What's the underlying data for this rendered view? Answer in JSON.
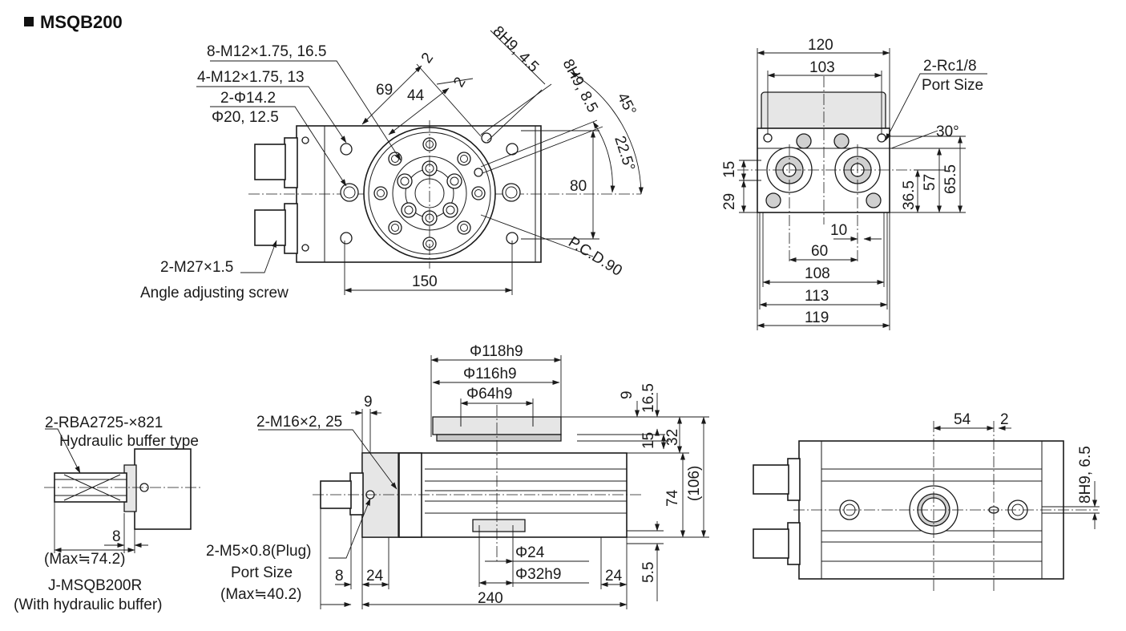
{
  "title": "MSQB200",
  "top_view": {
    "callouts": [
      "8-M12×1.75, 16.5",
      "4-M12×1.75, 13",
      "2-Φ14.2",
      "Φ20, 12.5",
      "2-M27×1.5",
      "Angle adjusting screw",
      "P.C.D.90"
    ],
    "dims": [
      "2",
      "2",
      "69",
      "44",
      "8H9, 4.5",
      "8H9, 8.5",
      "45°",
      "22.5°",
      "80",
      "150"
    ]
  },
  "side_view_right": {
    "callouts": [
      "2-Rc1/8",
      "Port Size"
    ],
    "dims": [
      "120",
      "103",
      "30°",
      "15",
      "29",
      "36.5",
      "57",
      "65.5",
      "10",
      "60",
      "108",
      "113",
      "119"
    ]
  },
  "buffer_detail": {
    "callouts": [
      "2-RBA2725-×821",
      "Hydraulic buffer type"
    ],
    "dims": [
      "8",
      "(Max≒74.2)"
    ],
    "caption_line1": "J-MSQB200R",
    "caption_line2": "(With hydraulic buffer)"
  },
  "front_view": {
    "callouts": [
      "2-M16×2, 25",
      "2-M5×0.8(Plug)",
      "Port Size",
      "(Max≒40.2)"
    ],
    "dims": [
      "Φ118h9",
      "Φ116h9",
      "Φ64h9",
      "9",
      "9",
      "16.5",
      "15",
      "32",
      "74",
      "(106)",
      "5.5",
      "Φ24",
      "Φ32h9",
      "8",
      "24",
      "24",
      "240"
    ]
  },
  "bottom_view": {
    "dims": [
      "54",
      "2",
      "8H9, 6.5"
    ]
  }
}
